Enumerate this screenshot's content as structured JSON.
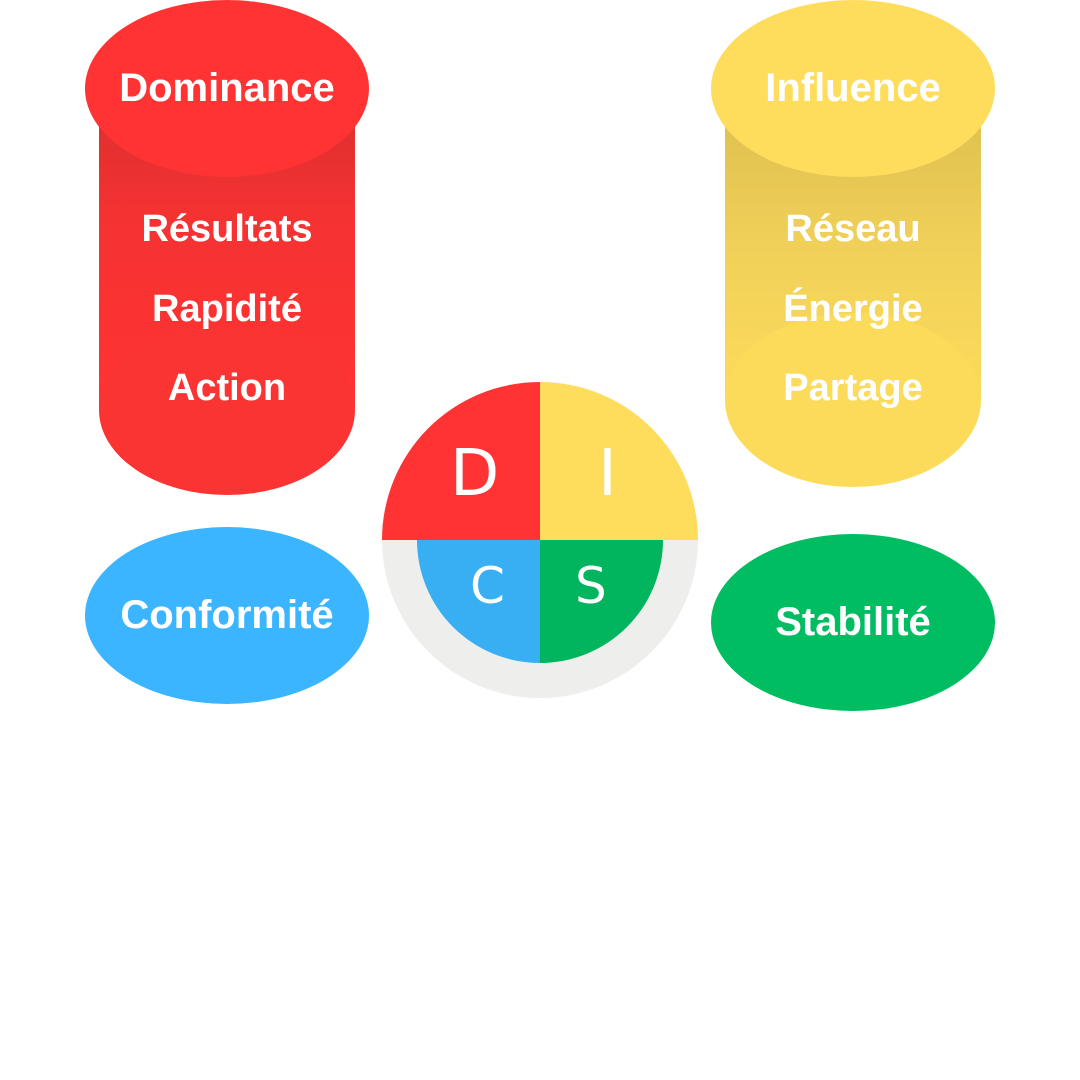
{
  "colors": {
    "dominance": "#ff3333",
    "influence": "#ffdd5c",
    "conformite": "#3bb5ff",
    "stabilite": "#00bd62",
    "ring": "#eeeeec"
  },
  "dominance": {
    "title": "Dominance",
    "items": [
      "Résultats",
      "Rapidité",
      "Action"
    ]
  },
  "influence": {
    "title": "Influence",
    "items": [
      "Réseau",
      "Énergie",
      "Partage"
    ]
  },
  "conformite": {
    "title": "Conformité"
  },
  "stabilite": {
    "title": "Stabilité"
  },
  "wheel": {
    "d": "D",
    "i": "I",
    "c": "C",
    "s": "S"
  }
}
